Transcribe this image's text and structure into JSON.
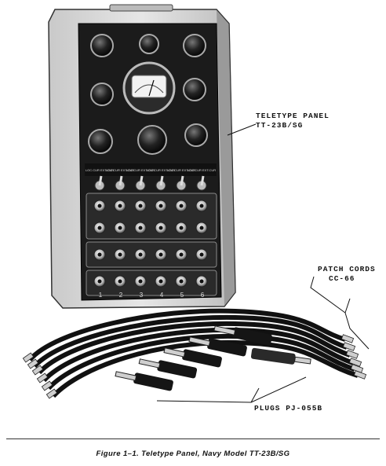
{
  "callouts": {
    "panel_name": "TELETYPE PANEL",
    "panel_model": "TT-23B/SG",
    "cords_name": "PATCH CORDS",
    "cords_model": "CC-66",
    "plugs": "PLUGS PJ-055B"
  },
  "panel": {
    "switch_labels": [
      "LOC.CUR EXT.CUR",
      "LOC.CUR EXT.CUR",
      "LOC.CUR EXT.CUR",
      "LOC.CUR EXT.CUR",
      "LOC.CUR EXT.CUR",
      "LOC.CUR EXT.CUR"
    ],
    "channel_numbers": [
      "1",
      "2",
      "3",
      "4",
      "5",
      "6"
    ]
  },
  "caption": "Figure 1–1. Teletype Panel, Navy Model TT-23B/SG",
  "colors": {
    "ink": "#111111",
    "panel_face": "#1b1b1b",
    "cabinet": "#d8d8d8"
  }
}
